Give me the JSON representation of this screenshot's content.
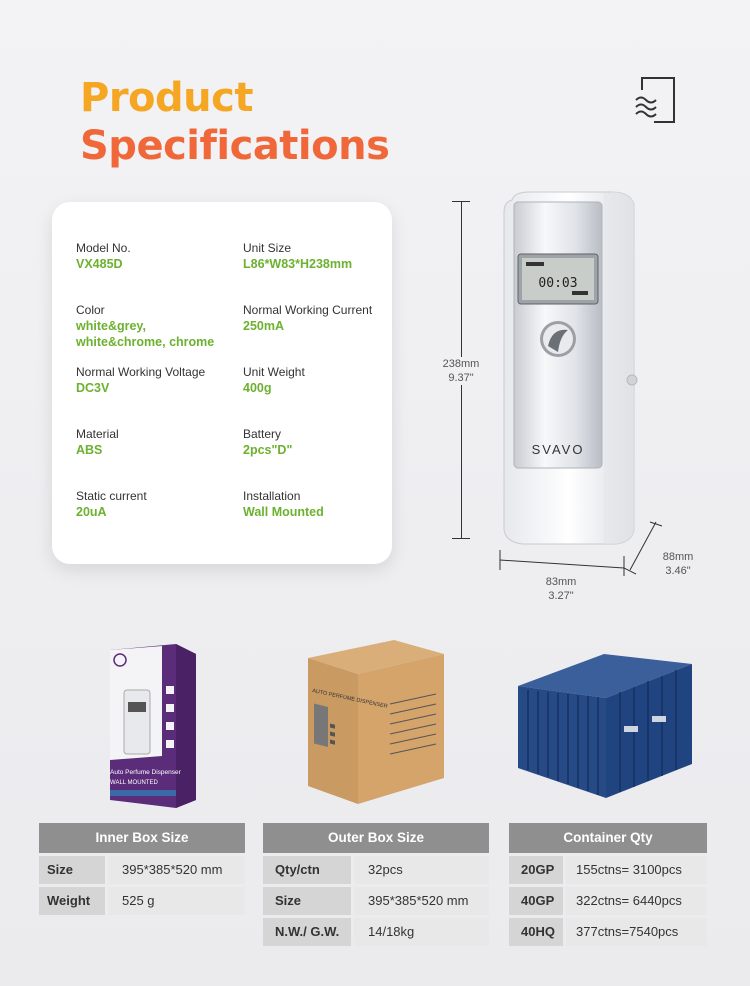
{
  "title": {
    "line1": "Product",
    "line2": "Specifications"
  },
  "specs": {
    "model_label": "Model No.",
    "model_value": "VX485D",
    "unitsize_label": "Unit Size",
    "unitsize_value": "L86*W83*H238mm",
    "color_label": "Color",
    "color_value1": "white&grey,",
    "color_value2": "white&chrome, chrome",
    "current_label": "Normal Working Current",
    "current_value": "250mA",
    "voltage_label": "Normal Working Voltage",
    "voltage_value": "DC3V",
    "weight_label": "Unit Weight",
    "weight_value": "400g",
    "material_label": "Material",
    "material_value": "ABS",
    "battery_label": "Battery",
    "battery_value": "2pcs\"D\"",
    "static_label": "Static current",
    "static_value": "20uA",
    "install_label": "Installation",
    "install_value": "Wall Mounted"
  },
  "dimensions": {
    "height_mm": "238mm",
    "height_in": "9.37\"",
    "width_mm": "83mm",
    "width_in": "3.27\"",
    "depth_mm": "88mm",
    "depth_in": "3.46\""
  },
  "device": {
    "brand": "SVAVO",
    "display": "00:03"
  },
  "box_print": {
    "inner_label": "Auto Perfume Dispenser",
    "inner_sub": "WALL MOUNTED",
    "outer_label": "AUTO PERFUME DISPENSER"
  },
  "inner_box": {
    "header": "Inner Box Size",
    "rows": [
      {
        "k": "Size",
        "v": "395*385*520 mm"
      },
      {
        "k": "Weight",
        "v": "525 g"
      }
    ]
  },
  "outer_box": {
    "header": "Outer Box Size",
    "rows": [
      {
        "k": "Qty/ctn",
        "v": "32pcs"
      },
      {
        "k": "Size",
        "v": "395*385*520 mm"
      },
      {
        "k": "N.W./ G.W.",
        "v": "14/18kg"
      }
    ]
  },
  "container": {
    "header": "Container Qty",
    "rows": [
      {
        "k": "20GP",
        "v": "155ctns= 3100pcs"
      },
      {
        "k": "40GP",
        "v": "322ctns= 6440pcs"
      },
      {
        "k": "40HQ",
        "v": "377ctns=7540pcs"
      }
    ]
  },
  "colors": {
    "orange": "#f5a623",
    "red_orange": "#f0683a",
    "green": "#6cb12f",
    "header_gray": "#8f8f8f"
  }
}
